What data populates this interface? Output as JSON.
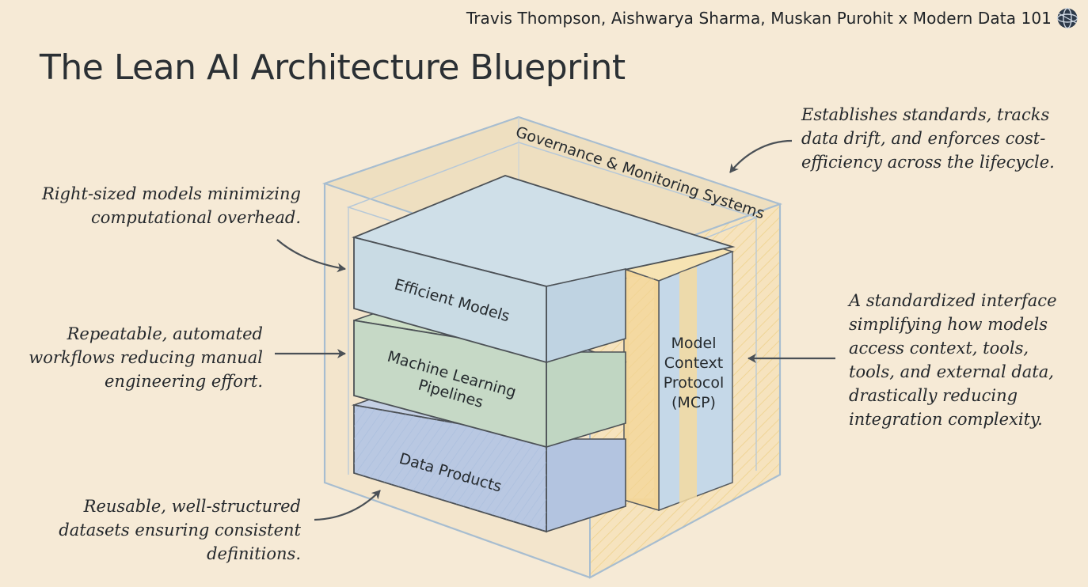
{
  "header": {
    "credit": "Travis Thompson, Aishwarya Sharma, Muskan Purohit x Modern Data 101",
    "logo_icon": "globe-logo-icon"
  },
  "title": "The Lean AI Architecture Blueprint",
  "diagram": {
    "frame_label": "Governance & Monitoring Systems",
    "layers": {
      "models": {
        "line1": "Efficient Models"
      },
      "pipelines": {
        "line1": "Machine Learning",
        "line2": "Pipelines"
      },
      "products": {
        "line1": "Data Products"
      }
    },
    "mcp": {
      "line1": "Model",
      "line2": "Context",
      "line3": "Protocol",
      "line4": "(MCP)"
    },
    "colors": {
      "background": "#f6ead6",
      "models_fill": "#c9dbe4",
      "pipelines_fill": "#c6d9c6",
      "products_fill": "#b9c8e2",
      "mcp_fill": "#f3dba0",
      "frame_stroke": "#a7bdd0"
    }
  },
  "annotations": {
    "governance": [
      "Establishes standards, tracks",
      "data drift, and enforces cost-",
      "efficiency across the lifecycle."
    ],
    "models": [
      "Right-sized models minimizing",
      "computational overhead."
    ],
    "pipelines": [
      "Repeatable, automated",
      "workflows reducing manual",
      "engineering effort."
    ],
    "mcp": [
      "A standardized interface",
      "simplifying how models",
      "access context, tools,",
      "tools, and external data,",
      "drastically reducing",
      "integration complexity."
    ],
    "products": [
      "Reusable, well-structured",
      "datasets ensuring consistent",
      "definitions."
    ]
  }
}
